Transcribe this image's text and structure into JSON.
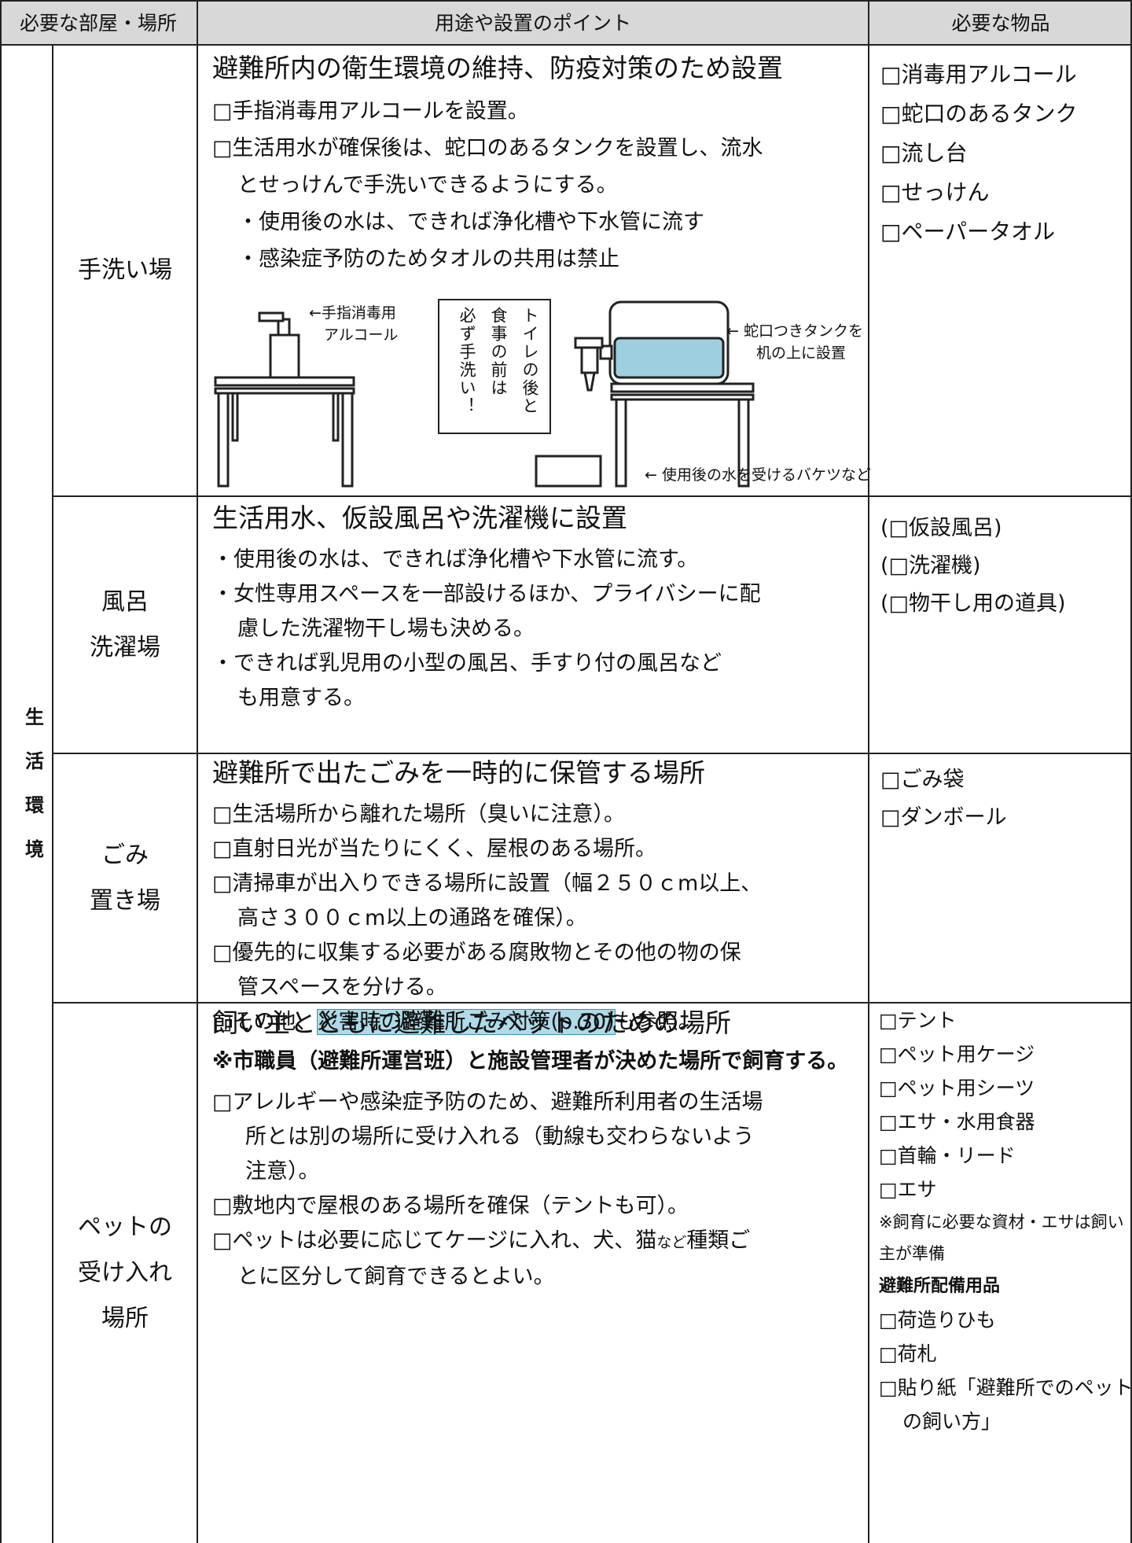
{
  "header": {
    "col1": "必要な部屋・場所",
    "col2": "用途や設置のポイント",
    "col3": "必要な物品"
  },
  "category": {
    "chars": [
      "生",
      "活",
      "環",
      "境"
    ]
  },
  "rows": [
    {
      "name": "手洗い場",
      "heading": "避難所内の衛生環境の維持、防疫対策のため設置",
      "points": [
        "□手指消毒用アルコールを設置。",
        "□生活用水が確保後は、蛇口のあるタンクを設置し、流水",
        "とせっけんで手洗いできるようにする。",
        "・使用後の水は、できれば浄化槽や下水管に流す",
        "・感染症予防のためタオルの共用は禁止"
      ],
      "items": [
        "□消毒用アルコール",
        "□蛇口のあるタンク",
        "□流し台",
        "□せっけん",
        "□ペーパータオル"
      ],
      "illustration": {
        "alcohol_label_1": "←手指消毒用",
        "alcohol_label_2": "アルコール",
        "sign_col1": "トイレの後と",
        "sign_col2": "食事の前は",
        "sign_col3": "必ず手洗い！",
        "tank_label_1": "← 蛇口つきタンクを",
        "tank_label_2": "机の上に設置",
        "bucket_label": "← 使用後の水を受けるバケツなど"
      }
    },
    {
      "name": "風呂\n洗濯場",
      "heading": "生活用水、仮設風呂や洗濯機に設置",
      "points": [
        "・使用後の水は、できれば浄化槽や下水管に流す。",
        "・女性専用スペースを一部設けるほか、プライバシーに配",
        "慮した洗濯物干し場も決める。",
        "・できれば乳児用の小型の風呂、手すり付の風呂など",
        "も用意する。"
      ],
      "items": [
        "(□仮設風呂)",
        "(□洗濯機)",
        "(□物干し用の道具)"
      ]
    },
    {
      "name": "ごみ\n置き場",
      "heading": "避難所で出たごみを一時的に保管する場所",
      "points": [
        "□生活場所から離れた場所（臭いに注意）。",
        "□直射日光が当たりにくく、屋根のある場所。",
        "□清掃車が出入りできる場所に設置（幅２５０ｃm以上、",
        "高さ３００ｃm以上の通路を確保）。",
        "□優先的に収集する必要がある腐敗物とその他の物の保",
        "管スペースを分ける。"
      ],
      "last_pre": "□その他、",
      "last_link": "災害時の避難所ごみ対策(p.30)",
      "last_post": "も参照。",
      "items": [
        "□ごみ袋",
        "□ダンボール"
      ]
    },
    {
      "name": "ペットの\n受け入れ\n場所",
      "heading": "飼い主とともに避難したペットのための場所",
      "notice": "※市職員（避難所運営班）と施設管理者が決めた場所で飼育する。",
      "points": [
        "□アレルギーや感染症予防のため、避難所利用者の生活場",
        "所とは別の場所に受け入れる（動線も交わらないよう",
        "注意）。",
        "□敷地内で屋根のある場所を確保（テントも可）。"
      ],
      "last_pre": "□ペットは必要に応じてケージに入れ、犬、猫",
      "last_small": "など",
      "last_post": "種類ご",
      "last_line2": "とに区分して飼育できるとよい。",
      "items": [
        "□テント",
        "□ペット用ケージ",
        "□ペット用シーツ",
        "□エサ・水用食器",
        "□首輪・リード",
        "□エサ"
      ],
      "note": "※飼育に必要な資材・エサは飼い主が準備",
      "subheading": "避難所配備用品",
      "items2": [
        "□荷造りひも",
        "□荷札",
        "□貼り紙「避難所でのペットの飼い方」"
      ]
    }
  ]
}
